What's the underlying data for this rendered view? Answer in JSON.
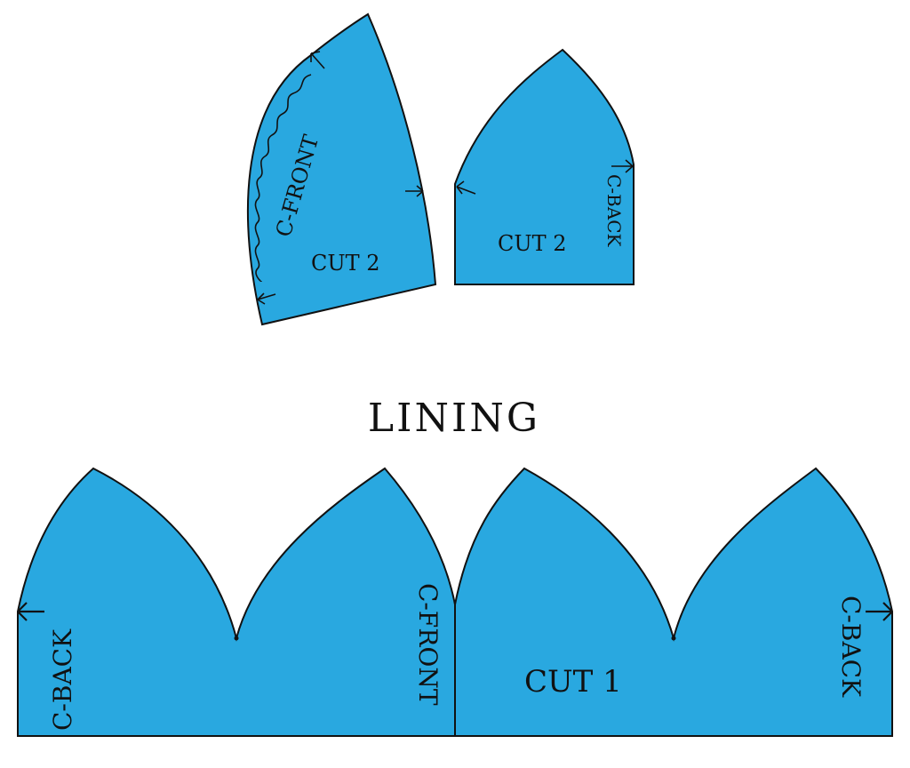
{
  "colors": {
    "fabric": "#29a8e0",
    "outline": "#111111"
  },
  "top_pieces": {
    "front_piece": {
      "edge_label": "C-FRONT",
      "cut_label": "CUT 2"
    },
    "back_piece": {
      "edge_label": "C-BACK",
      "cut_label": "CUT 2"
    }
  },
  "section_title": "LINING",
  "lining": {
    "left_edge_label": "C-BACK",
    "center_label": "C-FRONT",
    "cut_label": "CUT 1",
    "right_edge_label": "C-BACK"
  }
}
